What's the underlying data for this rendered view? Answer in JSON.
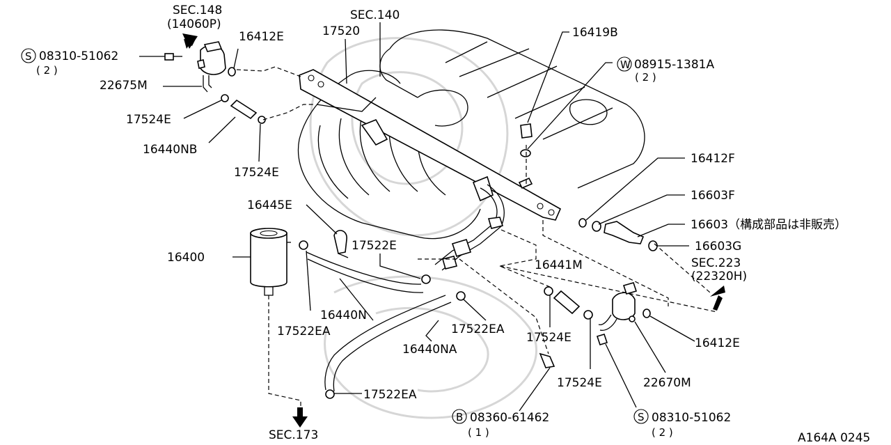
{
  "sections": {
    "sec148": "SEC.148",
    "sec148_ref": "(14060P)",
    "sec140": "SEC.140",
    "sec223": "SEC.223",
    "sec223_ref": "(22320H)",
    "sec173": "SEC.173"
  },
  "parts": {
    "p17520": "17520",
    "p16419B": "16419B",
    "p08915": "08915-1381A",
    "p08915_qty": "( 2 )",
    "p08915_marker": "W",
    "p08310_top": "08310-51062",
    "p08310_top_qty": "( 2 )",
    "p08310_top_marker": "S",
    "p16412E_top": "16412E",
    "p22675M": "22675M",
    "p17524E_1": "17524E",
    "p16440NB": "16440NB",
    "p17524E_2": "17524E",
    "p16412F": "16412F",
    "p16603F": "16603F",
    "p16603": "16603（構成部品は非販売）",
    "p16603G": "16603G",
    "p16445E": "16445E",
    "p17522E": "17522E",
    "p16400": "16400",
    "p16440N": "16440N",
    "p17522EA_1": "17522EA",
    "p16441M": "16441M",
    "p17522EA_2": "17522EA",
    "p16440NA": "16440NA",
    "p17524E_3": "17524E",
    "p16412E_right": "16412E",
    "p22670M": "22670M",
    "p17524E_4": "17524E",
    "p17522EA_3": "17522EA",
    "p08360": "08360-61462",
    "p08360_qty": "( 1 )",
    "p08360_marker": "B",
    "p08310_bottom": "08310-51062",
    "p08310_bottom_qty": "( 2 )",
    "p08310_bottom_marker": "S"
  },
  "figure_code": "A164A 0245"
}
